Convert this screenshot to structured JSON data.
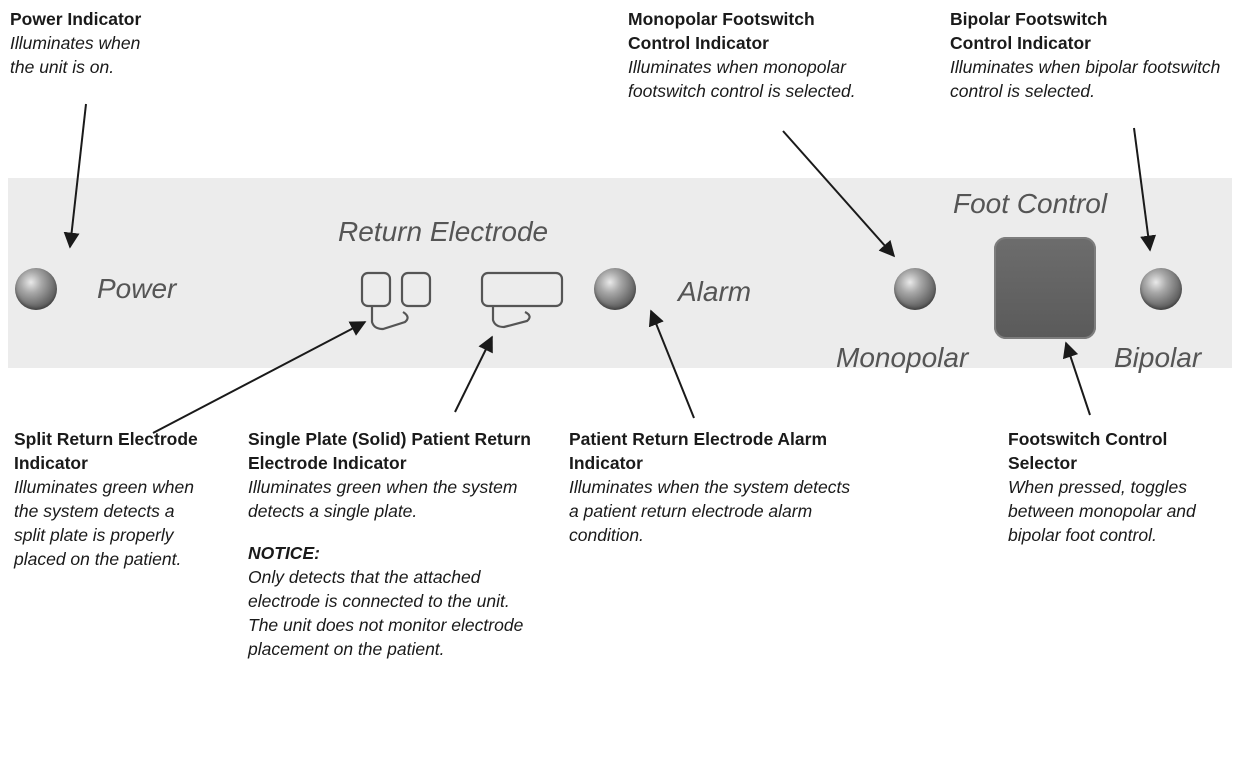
{
  "panel": {
    "labels": {
      "power": "Power",
      "return_electrode": "Return Electrode",
      "alarm": "Alarm",
      "foot_control": "Foot Control",
      "monopolar": "Monopolar",
      "bipolar": "Bipolar"
    }
  },
  "callouts": {
    "power": {
      "title": "Power Indicator",
      "desc": "Illuminates when the unit is on."
    },
    "monopolar": {
      "title": "Monopolar Footswitch Control Indicator",
      "desc": "Illuminates when monopolar footswitch control is selected."
    },
    "bipolar": {
      "title": "Bipolar Footswitch Control Indicator",
      "desc": "Illuminates when bipolar footswitch control is selected."
    },
    "split": {
      "title": "Split Return Electrode Indicator",
      "desc": "Illuminates green when the system detects a split plate is properly placed on the patient."
    },
    "single": {
      "title": "Single Plate (Solid) Patient Return Electrode Indicator",
      "desc": "Illuminates green when the system detects a single plate.",
      "notice_title": "NOTICE:",
      "notice": "Only detects that the attached electrode is connected to the unit. The unit does not monitor electrode placement on the patient."
    },
    "alarm": {
      "title": "Patient Return Electrode Alarm Indicator",
      "desc": "Illuminates when the system detects a patient return electrode alarm condition."
    },
    "selector": {
      "title": "Footswitch Control Selector",
      "desc": "When pressed, toggles between monopolar and bipolar foot control."
    }
  }
}
